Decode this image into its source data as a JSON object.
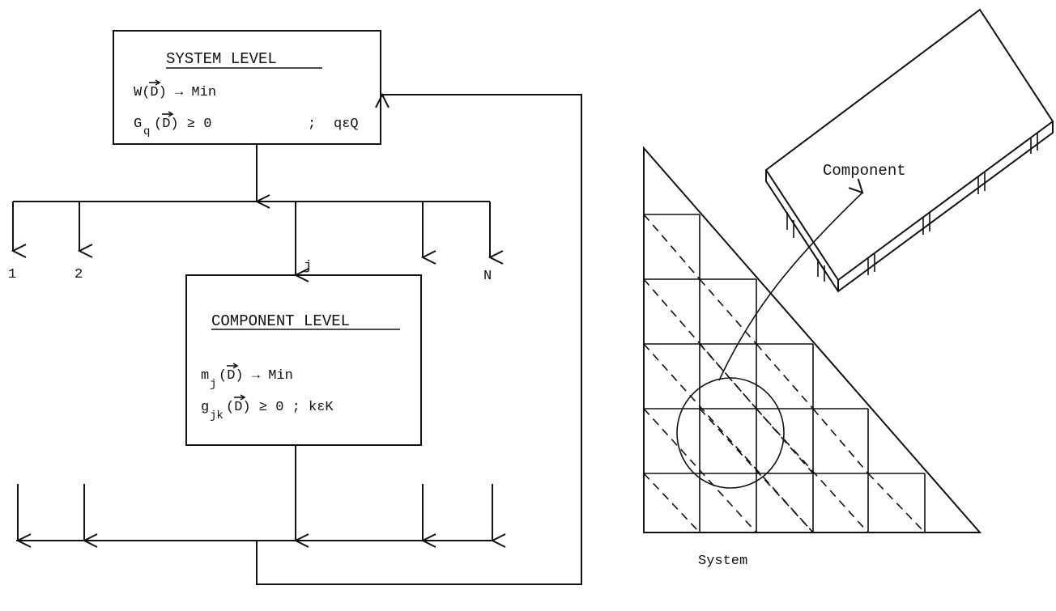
{
  "flowchart": {
    "system_box": {
      "title": "SYSTEM LEVEL",
      "objective": "W(D) → Min",
      "constraint_lhs": "G",
      "constraint_sub": "q",
      "constraint_arg": "(D)  ≥ 0",
      "constraint_sep": ";",
      "constraint_set": "qεQ"
    },
    "branch_labels": [
      "1",
      "2",
      "j",
      "N"
    ],
    "component_box": {
      "title": "COMPONENT LEVEL",
      "objective_lhs": "m",
      "objective_sub": "j",
      "objective_rhs": "(D)  → Min",
      "constraint_lhs": "g",
      "constraint_sub": "jk",
      "constraint_rhs": "(D)  ≥ 0 ; kεK"
    }
  },
  "illustration": {
    "component_label": "Component",
    "system_label": "System"
  }
}
